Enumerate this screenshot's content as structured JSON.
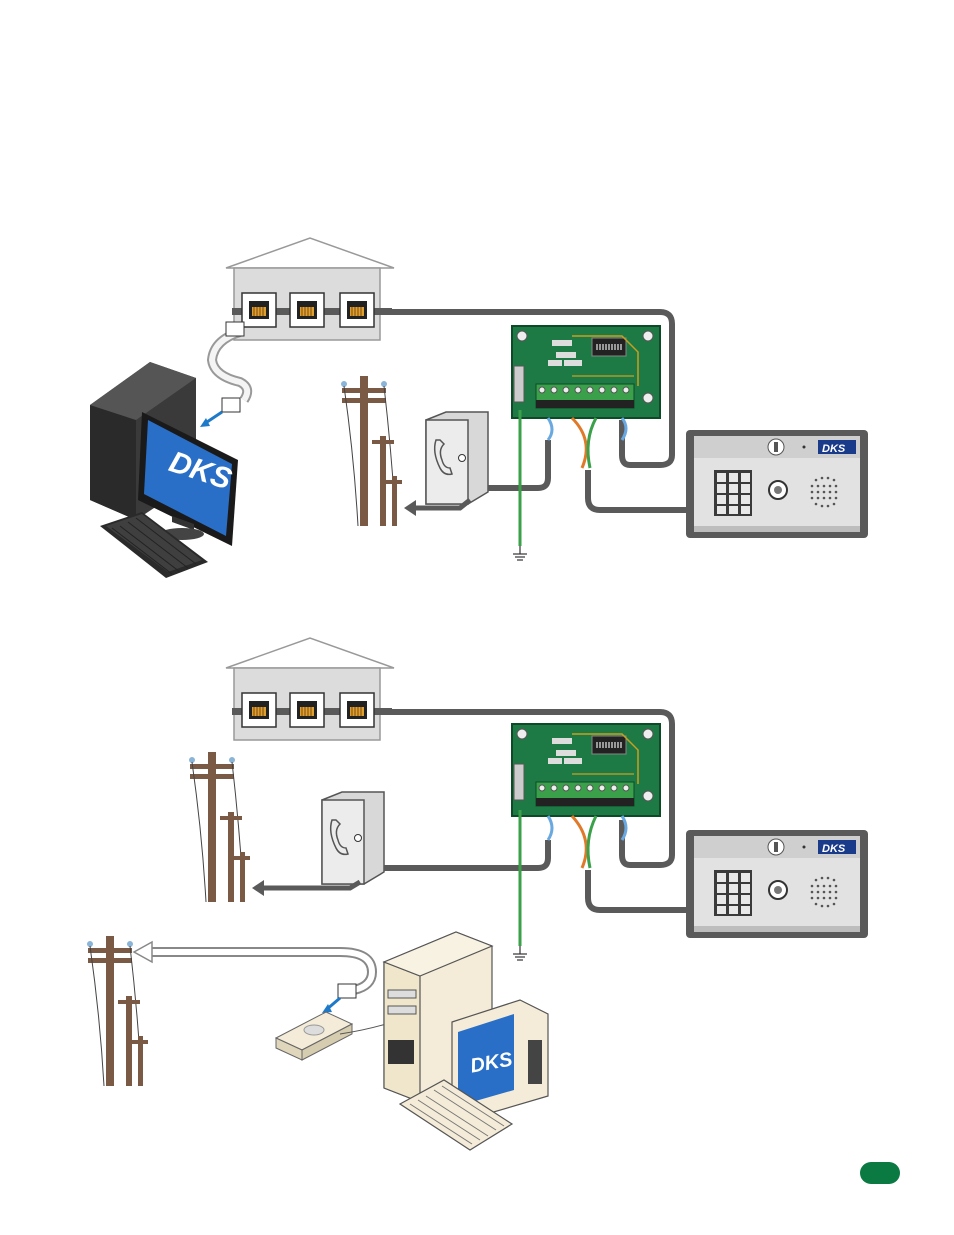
{
  "brand": {
    "logo_text": "DKS",
    "colors": {
      "board_green": "#1e7a45",
      "cable_gray": "#5a5a5a",
      "ground_green": "#3aa04a",
      "pole_brown": "#7a5a45",
      "screen_blue": "#2a6fc7",
      "page_badge": "#0a7a42",
      "house_gray": "#dcdcdc",
      "keypad_dark": "#3a3a3a"
    }
  },
  "diagrams": [
    {
      "id": "top",
      "house_jacks": 3,
      "computer_type": "tower-flat-panel",
      "components": [
        "house-phone-jacks",
        "telephone-poles",
        "telephone-box",
        "interface-board",
        "entry-system",
        "earth-ground",
        "computer",
        "keyboard"
      ]
    },
    {
      "id": "bottom",
      "house_jacks": 3,
      "computer_type": "desktop-crt-modem",
      "components": [
        "house-phone-jacks",
        "telephone-poles",
        "telephone-box",
        "interface-board",
        "entry-system",
        "earth-ground",
        "modem",
        "computer",
        "keyboard"
      ]
    }
  ],
  "page_badge": ""
}
